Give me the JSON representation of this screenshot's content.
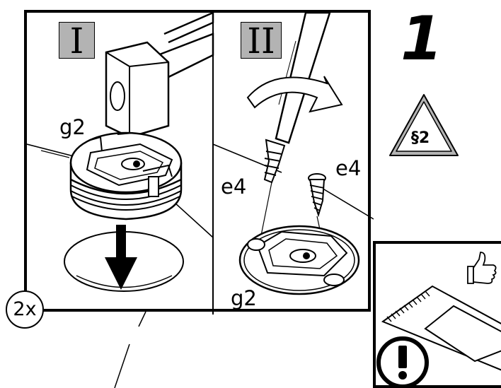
{
  "step_number": "1",
  "panels": [
    {
      "badge": "I",
      "part_label": "g2"
    },
    {
      "badge": "II",
      "part_label": "g2",
      "screw_label_left": "e4",
      "screw_label_right": "e4"
    }
  ],
  "warning": {
    "text": "§2"
  },
  "quantity": "2x",
  "tip": {
    "icons": [
      "thumbs-up-icon",
      "exclamation-icon"
    ]
  }
}
